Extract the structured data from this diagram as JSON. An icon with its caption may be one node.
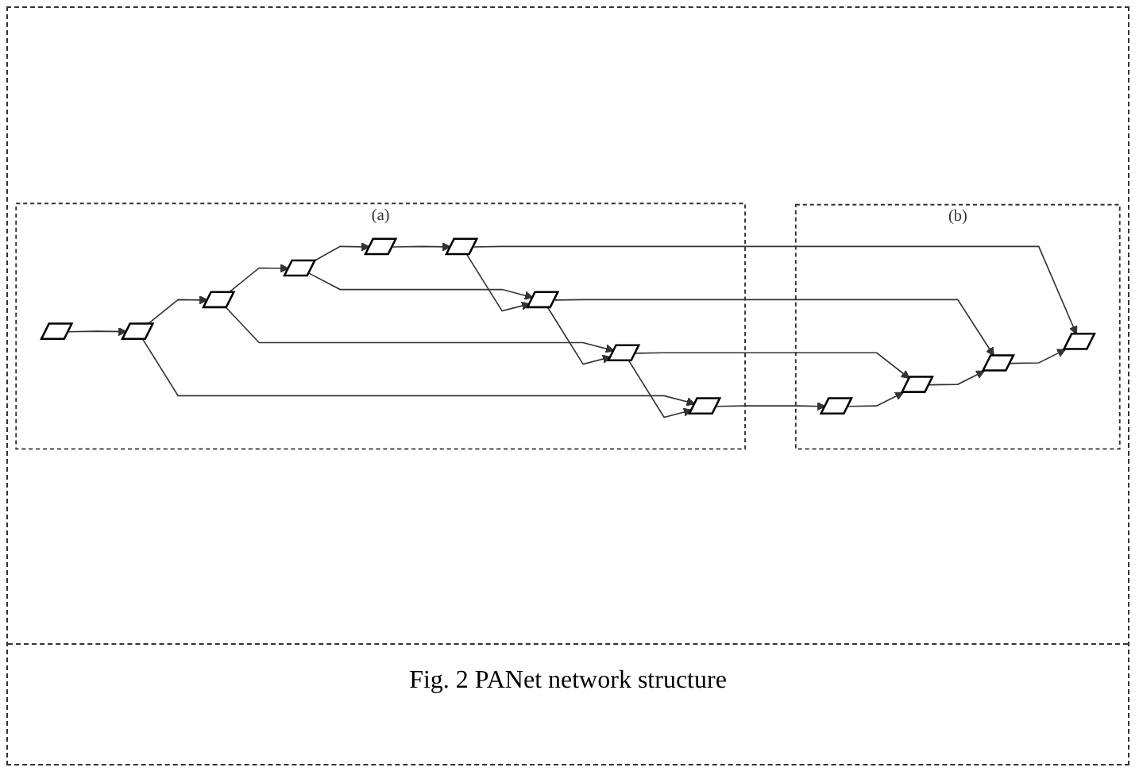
{
  "diagram": {
    "caption": "Fig. 2 PANet network structure",
    "nodes": [
      {
        "text": [
          "(a)"
        ]
      },
      {
        "text": [],
        "shape": "parallelogram",
        "in": 0
      },
      {
        "text": [],
        "shape": "parallelogram",
        "in": 0
      },
      {
        "text": [],
        "shape": "parallelogram",
        "in": 0
      },
      {
        "text": [],
        "shape": "parallelogram",
        "in": 0
      },
      {
        "text": [],
        "shape": "parallelogram",
        "in": 0
      },
      {
        "text": [],
        "shape": "parallelogram",
        "in": 0
      },
      {
        "text": [],
        "shape": "parallelogram",
        "in": 0
      },
      {
        "text": [],
        "shape": "parallelogram",
        "in": 0
      },
      {
        "text": [],
        "shape": "parallelogram",
        "in": 0
      },
      {
        "text": [
          "(b)"
        ]
      },
      {
        "text": [],
        "shape": "parallelogram",
        "in": 10
      },
      {
        "text": [],
        "shape": "parallelogram",
        "in": 10
      },
      {
        "text": [],
        "shape": "parallelogram",
        "in": 10
      },
      {
        "text": [],
        "shape": "parallelogram",
        "in": 10
      }
    ],
    "edges": [
      {
        "from": 5,
        "to": 4,
        "arrow": "to"
      },
      {
        "from": 4,
        "to": 3,
        "arrow": "to"
      },
      {
        "from": 3,
        "to": 2,
        "arrow": "to"
      },
      {
        "from": 2,
        "to": 1,
        "arrow": "to"
      },
      {
        "from": 1,
        "to": 6,
        "arrow": "to"
      },
      {
        "from": 2,
        "to": 7,
        "arrow": "to"
      },
      {
        "from": 3,
        "to": 8,
        "arrow": "to"
      },
      {
        "from": 4,
        "to": 9,
        "arrow": "to"
      },
      {
        "from": 6,
        "to": 7,
        "arrow": "to"
      },
      {
        "from": 7,
        "to": 8,
        "arrow": "to"
      },
      {
        "from": 8,
        "to": 9,
        "arrow": "to"
      },
      {
        "from": 6,
        "to": 11,
        "arrow": "to"
      },
      {
        "from": 7,
        "to": 12,
        "arrow": "to"
      },
      {
        "from": 8,
        "to": 13,
        "arrow": "to"
      },
      {
        "from": 9,
        "to": 14,
        "arrow": "to"
      },
      {
        "from": 14,
        "to": 13,
        "arrow": "to"
      },
      {
        "from": 13,
        "to": 12,
        "arrow": "to"
      },
      {
        "from": 12,
        "to": 11,
        "arrow": "to"
      }
    ]
  }
}
